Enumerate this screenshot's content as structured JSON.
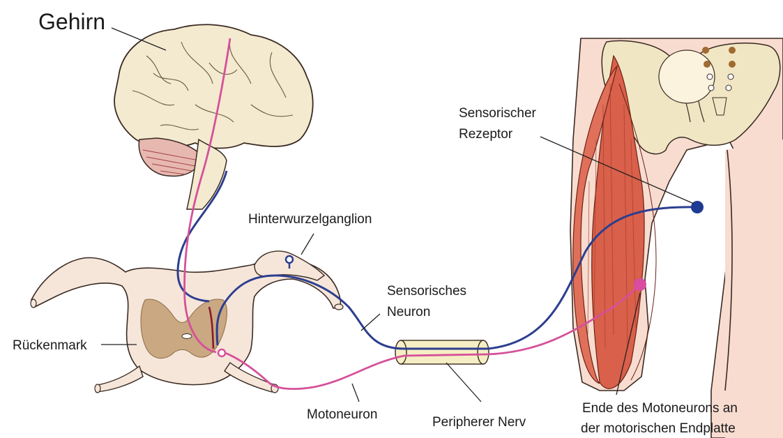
{
  "labels": {
    "brain": "Gehirn",
    "sensory_receptor_line1": "Sensorischer",
    "sensory_receptor_line2": "Rezeptor",
    "dorsal_root_ganglion": "Hinterwurzelganglion",
    "sensory_neuron_line1": "Sensorisches",
    "sensory_neuron_line2": "Neuron",
    "spinal_cord": "Rückenmark",
    "motor_neuron": "Motoneuron",
    "peripheral_nerve": "Peripherer Nerv",
    "endplate_line1": "Ende des Motoneurons an",
    "endplate_line2": "der motorischen Endplatte"
  },
  "colors": {
    "sensory_neuron": "#2c3e8f",
    "motor_neuron": "#d6509a",
    "receptor_dot": "#1f3a93",
    "endplate_dot": "#d94ca0",
    "brain_fill": "#f3ead0",
    "spinal_cord_fill": "#f6e6da",
    "gray_matter": "#c9a882",
    "muscle": "#d9604a",
    "skin": "#f8dcd0",
    "bone": "#f0e6c4"
  }
}
